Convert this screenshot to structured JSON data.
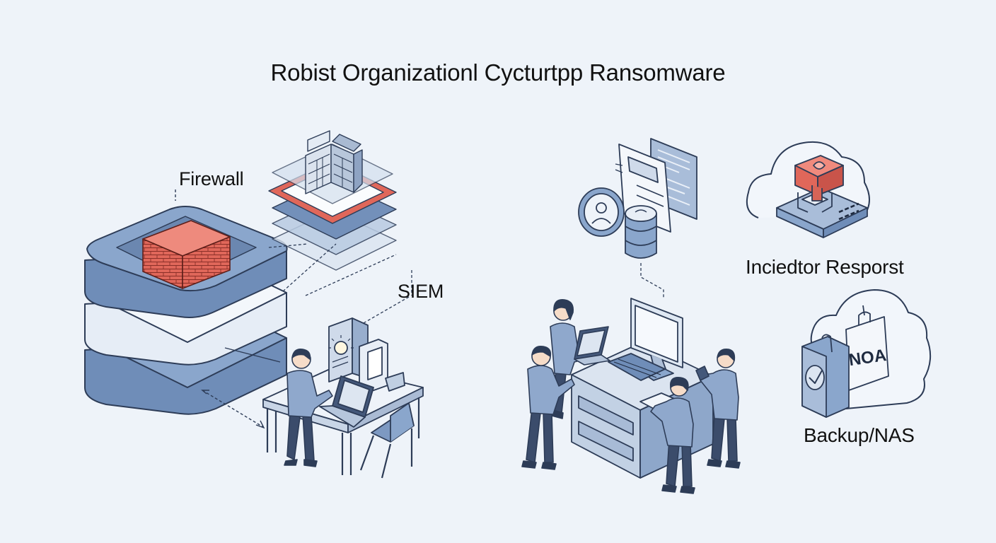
{
  "diagram": {
    "title": "Robist Organizationl Cycturtpp Ransomware",
    "labels": {
      "firewall": "Firewall",
      "siem": "SIEM",
      "incident_response": "Inciedtor Resporst",
      "backup": "Backup/NAS"
    },
    "backup_box_text": "NOA"
  },
  "colors": {
    "background": "#eef3f9",
    "slab_blue": "#7f9cc4",
    "slab_light": "#dde7f3",
    "outline": "#2d3c57",
    "accent_red": "#e0675a",
    "person_shirt": "#8fa8cc",
    "person_pants": "#3b4c6b"
  }
}
